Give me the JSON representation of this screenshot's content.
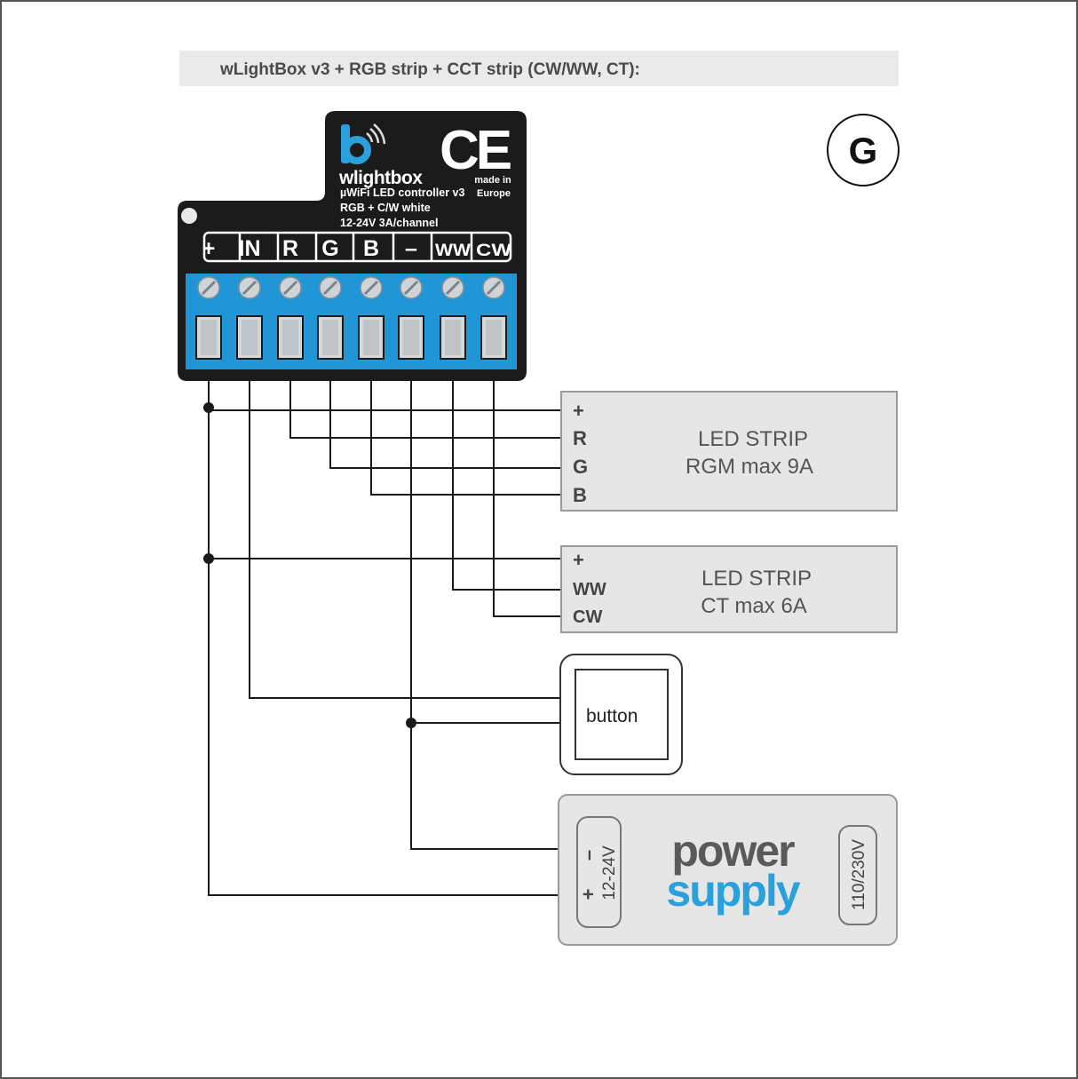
{
  "header": {
    "title": "wLightBox v3 + RGB strip + CCT strip (CW/WW, CT):",
    "badge": "G"
  },
  "controller": {
    "brand": "wlightbox",
    "ce_mark": "CE",
    "made_in_1": "made in",
    "made_in_2": "Europe",
    "line1": "µWiFi LED controller v3",
    "line2": "RGB + C/W white",
    "line3": "12-24V  3A/channel",
    "terminals": [
      "+",
      "IN",
      "R",
      "G",
      "B",
      "–",
      "WW",
      "CW"
    ]
  },
  "rgb_strip": {
    "pins": [
      "+",
      "R",
      "G",
      "B"
    ],
    "title": "LED STRIP",
    "subtitle": "RGM max 9A"
  },
  "ct_strip": {
    "pins": [
      "+",
      "WW",
      "CW"
    ],
    "title": "LED STRIP",
    "subtitle": "CT max 6A"
  },
  "button": {
    "label": "button"
  },
  "power_supply": {
    "word1": "power",
    "word2": "supply",
    "dc_minus": "–",
    "dc_plus": "+",
    "dc_voltage": "12-24V",
    "ac_voltage": "110/230V"
  },
  "colors": {
    "terminal_blue": "#2196d6",
    "logo_blue": "#2aa0dc",
    "device_black": "#1b1b1b",
    "box_fill": "#e6e6e6",
    "box_stroke": "#9a9a9a",
    "wire": "#1a1a1a",
    "text_gray": "#444444"
  }
}
